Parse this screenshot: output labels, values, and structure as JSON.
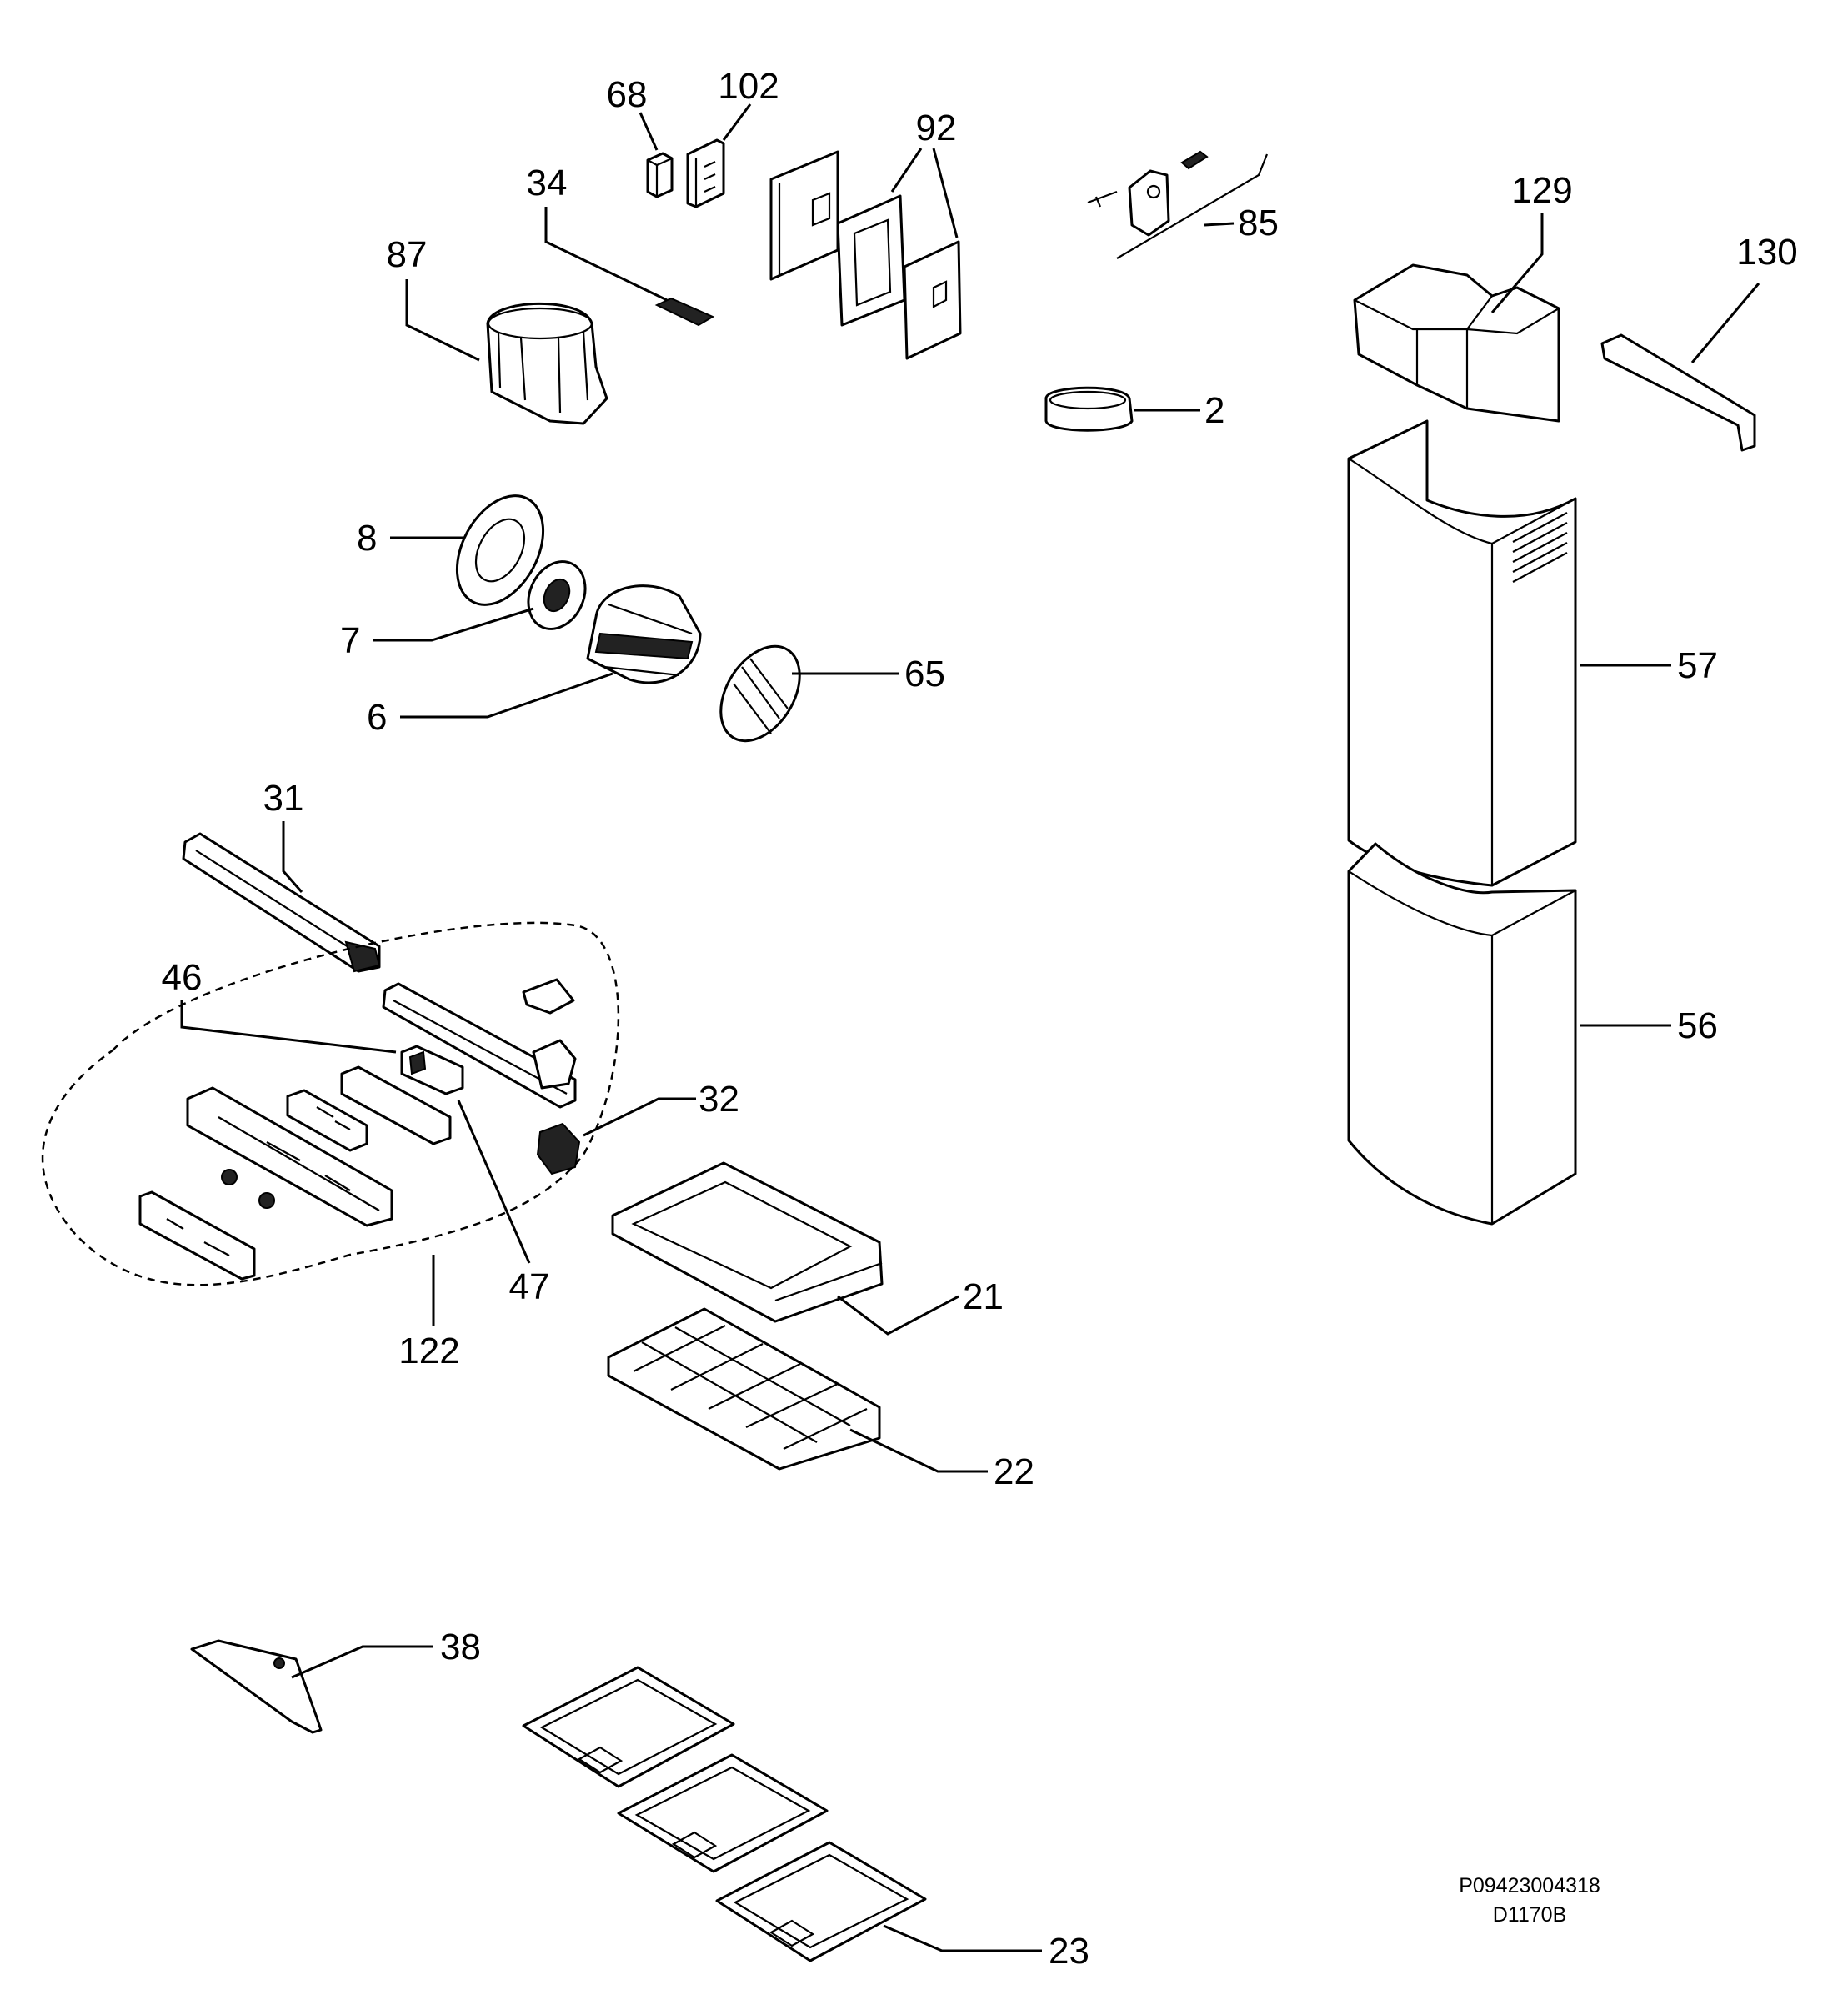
{
  "diagram": {
    "part_labels": [
      "68",
      "102",
      "92",
      "34",
      "87",
      "85",
      "129",
      "130",
      "2",
      "8",
      "7",
      "6",
      "65",
      "57",
      "31",
      "46",
      "32",
      "56",
      "47",
      "122",
      "21",
      "22",
      "38",
      "23"
    ],
    "drawing_ref": "P09423004318",
    "drawing_code": "D1170B"
  }
}
